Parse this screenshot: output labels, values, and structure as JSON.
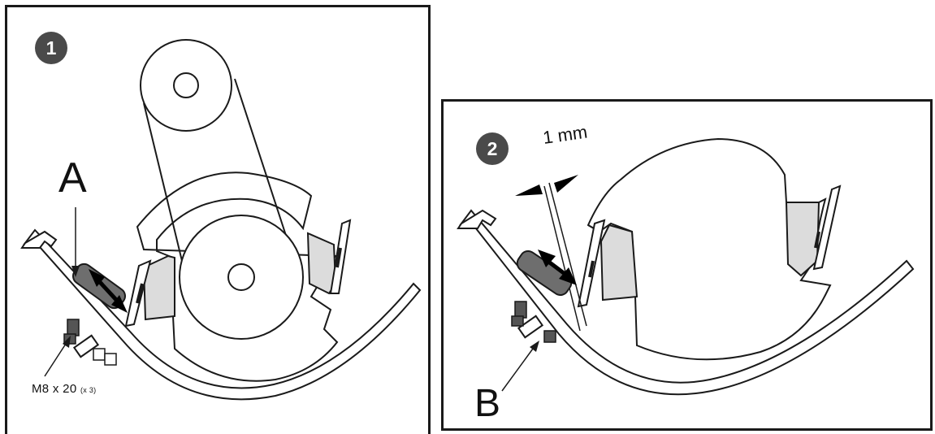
{
  "panels": [
    {
      "step": "1",
      "label_a": "A",
      "bolt": {
        "spec": "M8 x 20",
        "qty": "(x 3)"
      }
    },
    {
      "step": "2",
      "label_b": "B",
      "gap": "1 mm"
    }
  ],
  "colors": {
    "line": "#1a1a1a",
    "part_fill": "#ffffff",
    "guard_fill": "#dcdcdc",
    "blade_fill": "#6e6e6e",
    "badge_fill": "#4a4a4a"
  }
}
